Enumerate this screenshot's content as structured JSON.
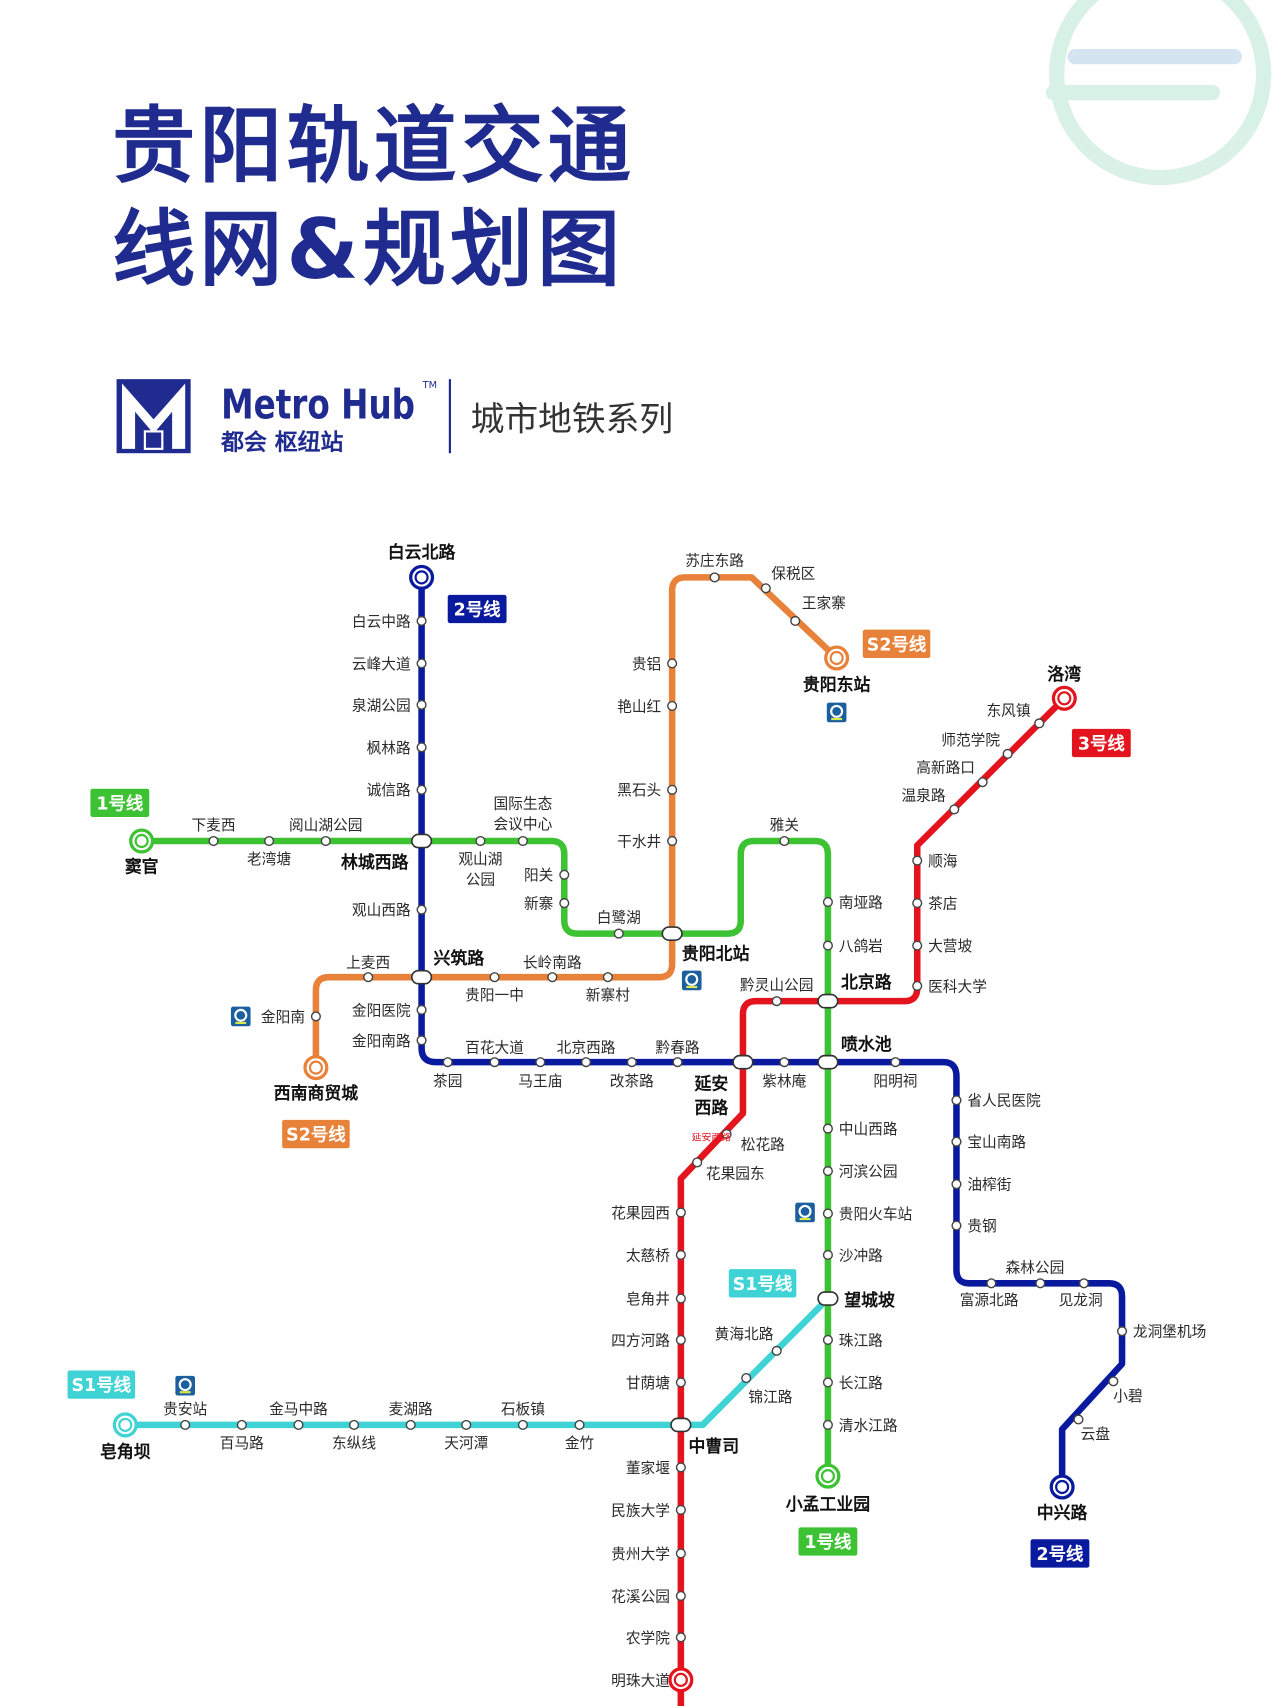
{
  "title": {
    "line1": "贵阳轨道交通",
    "line2": "线网&规划图"
  },
  "brand": {
    "name": "Metro Hub",
    "tm": "TM",
    "cn_name": "都会 枢纽站",
    "series": "城市地铁系列"
  },
  "colors": {
    "title": "#1f2b8f",
    "line1": "#3cc232",
    "line2": "#0a1a9e",
    "line3": "#e3141e",
    "s1": "#3fd3d6",
    "s2": "#e8823a"
  },
  "lines": [
    {
      "id": "line2",
      "badge": "2号线",
      "stations": [
        "白云北路",
        "白云中路",
        "云峰大道",
        "泉湖公园",
        "枫林路",
        "诚信路",
        "林城西路",
        "观山西路",
        "兴筑路",
        "金阳医院",
        "金阳南路",
        "茶园",
        "百花大道",
        "马王庙",
        "北京西路",
        "改茶路",
        "黔春路",
        "延安西路",
        "紫林庵",
        "喷水池",
        "阳明祠",
        "省人民医院",
        "宝山南路",
        "油榨街",
        "贵钢",
        "富源北路",
        "森林公园",
        "见龙洞",
        "龙洞堡机场",
        "小碧",
        "云盘",
        "中兴路"
      ]
    },
    {
      "id": "line1",
      "badge": "1号线",
      "stations": [
        "窦官",
        "下麦西",
        "老湾塘",
        "阅山湖公园",
        "林城西路",
        "观山湖公园",
        "国际生态会议中心",
        "阳关",
        "新寨",
        "白鹭湖",
        "贵阳北站",
        "雅关",
        "南垭路",
        "八鸽岩",
        "北京路",
        "喷水池",
        "中山西路",
        "河滨公园",
        "贵阳火车站",
        "沙冲路",
        "望城坡",
        "珠江路",
        "长江路",
        "清水江路",
        "小孟工业园"
      ]
    },
    {
      "id": "s2",
      "badge": "S2号线",
      "stations": [
        "西南商贸城",
        "金阳南",
        "上麦西",
        "兴筑路",
        "贵阳一中",
        "长岭南路",
        "新寨村",
        "贵阳北站",
        "干水井",
        "黑石头",
        "艳山红",
        "贵铝",
        "苏庄东路",
        "保税区",
        "王家寨",
        "贵阳东站"
      ]
    },
    {
      "id": "line3",
      "badge": "3号线",
      "stations": [
        "洛湾",
        "东风镇",
        "师范学院",
        "高新路口",
        "温泉路",
        "顺海",
        "茶店",
        "大营坡",
        "医科大学",
        "北京路",
        "黔灵山公园",
        "延安西路",
        "松花路",
        "花果园东",
        "花果园西",
        "太慈桥",
        "皂角井",
        "四方河路",
        "甘荫塘",
        "中曹司",
        "董家堰",
        "民族大学",
        "贵州大学",
        "花溪公园",
        "农学院",
        "明珠大道"
      ]
    },
    {
      "id": "s1",
      "badge": "S1号线",
      "stations": [
        "皂角坝",
        "贵安站",
        "百马路",
        "金马中路",
        "东纵线",
        "麦湖路",
        "天河潭",
        "石板镇",
        "金竹",
        "中曹司",
        "锦江路",
        "黄海北路",
        "望城坡"
      ]
    }
  ],
  "railway_stations": [
    "贵阳东站",
    "贵阳北站",
    "金阳南",
    "贵阳火车站",
    "贵安站"
  ],
  "icons": {
    "railway": "railway-station-icon",
    "logo": "metro-hub-logo-icon"
  }
}
